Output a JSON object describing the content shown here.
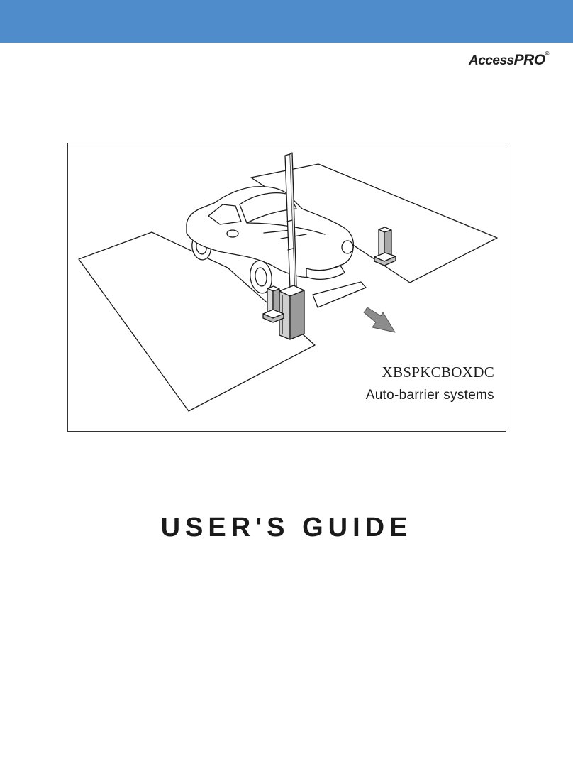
{
  "header": {
    "band_color": "#4e8ccc"
  },
  "logo": {
    "access": "Access",
    "pro": "PRO",
    "registered": "®"
  },
  "figure": {
    "model_code": "XBSPKCBOXDC",
    "product_line": "Auto-barrier systems",
    "illustration_icon": "car-at-parking-barrier-illustration"
  },
  "document": {
    "title": "USER'S GUIDE"
  }
}
